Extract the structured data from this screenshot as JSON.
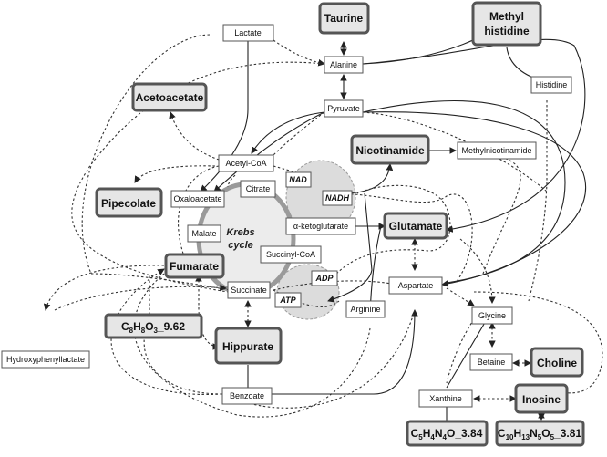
{
  "nodes": {
    "taurine": "Taurine",
    "methyl_histidine_line1": "Methyl",
    "methyl_histidine_line2": "histidine",
    "lactate": "Lactate",
    "alanine": "Alanine",
    "histidine": "Histidine",
    "acetoacetate": "Acetoacetate",
    "pyruvate": "Pyruvate",
    "acetyl_coa": "Acetyl-CoA",
    "nicotinamide": "Nicotinamide",
    "methylnicotinamide": "Methylnicotinamide",
    "nad": "NAD",
    "nadh": "NADH",
    "pipecolate": "Pipecolate",
    "oxaloacetate": "Oxaloacetate",
    "citrate": "Citrate",
    "malate": "Malate",
    "alpha_ketoglutarate": "α-ketoglutarate",
    "glutamate": "Glutamate",
    "succinyl_coa": "Succinyl-CoA",
    "fumarate": "Fumarate",
    "adp": "ADP",
    "succinate": "Succinate",
    "atp": "ATP",
    "aspartate": "Aspartate",
    "arginine": "Arginine",
    "glycine": "Glycine",
    "hydroxyphenyllactate": "Hydroxyphenyllactate",
    "c8h8o3": {
      "c1": "C",
      "s1": "8",
      "c2": "H",
      "s2": "8",
      "c3": "O",
      "s3": "3",
      "suffix": "_9.62"
    },
    "hippurate": "Hippurate",
    "betaine": "Betaine",
    "choline": "Choline",
    "xanthine": "Xanthine",
    "inosine": "Inosine",
    "benzoate": "Benzoate",
    "c5h4n4o": {
      "c1": "C",
      "s1": "5",
      "c2": "H",
      "s2": "4",
      "c3": "N",
      "s3": "4",
      "c4": "O",
      "suffix": "_3.84"
    },
    "c10h13n5o5": {
      "c1": "C",
      "s1": "10",
      "c2": "H",
      "s2": "13",
      "c3": "N",
      "s3": "5",
      "c4": "O",
      "s4": "5",
      "suffix": "_3.81"
    }
  },
  "krebs_cycle_label": {
    "line1": "Krebs",
    "line2": "cycle"
  },
  "colors": {
    "bold_fill": "#e6e6e6",
    "border": "#555555",
    "cycle_ring": "#999999",
    "cofactor_fill": "#d9d9d9"
  }
}
